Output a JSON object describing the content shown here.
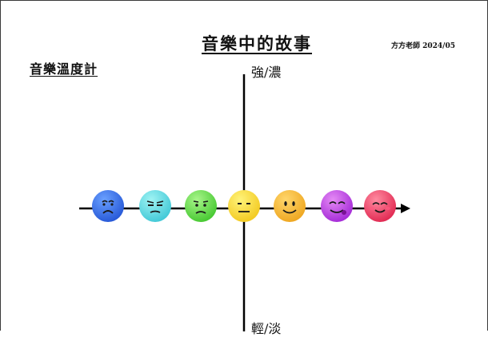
{
  "document": {
    "title": "音樂中的故事",
    "author_date": "方方老師 2024/05",
    "subtitle": "音樂溫度計",
    "axis_top_label": "強/濃",
    "axis_bottom_label": "輕/淡"
  },
  "faces": [
    {
      "name": "sad-face-icon",
      "color_light": "#6aa0ff",
      "color_dark": "#2456d6",
      "expression": "sad"
    },
    {
      "name": "unamused-face-icon",
      "color_light": "#9ff3f3",
      "color_dark": "#3fc7d6",
      "expression": "unamused"
    },
    {
      "name": "slightly-frowning-face-icon",
      "color_light": "#a8f58a",
      "color_dark": "#43c72e",
      "expression": "frown"
    },
    {
      "name": "neutral-face-icon",
      "color_light": "#fff37a",
      "color_dark": "#f2c81d",
      "expression": "neutral"
    },
    {
      "name": "smiling-face-icon",
      "color_light": "#ffd66b",
      "color_dark": "#eea51e",
      "expression": "smile"
    },
    {
      "name": "winking-tongue-face-icon",
      "color_light": "#e58af5",
      "color_dark": "#a227d6",
      "expression": "wink"
    },
    {
      "name": "blushing-face-icon",
      "color_light": "#ff8aa0",
      "color_dark": "#e0264f",
      "expression": "blush"
    }
  ]
}
